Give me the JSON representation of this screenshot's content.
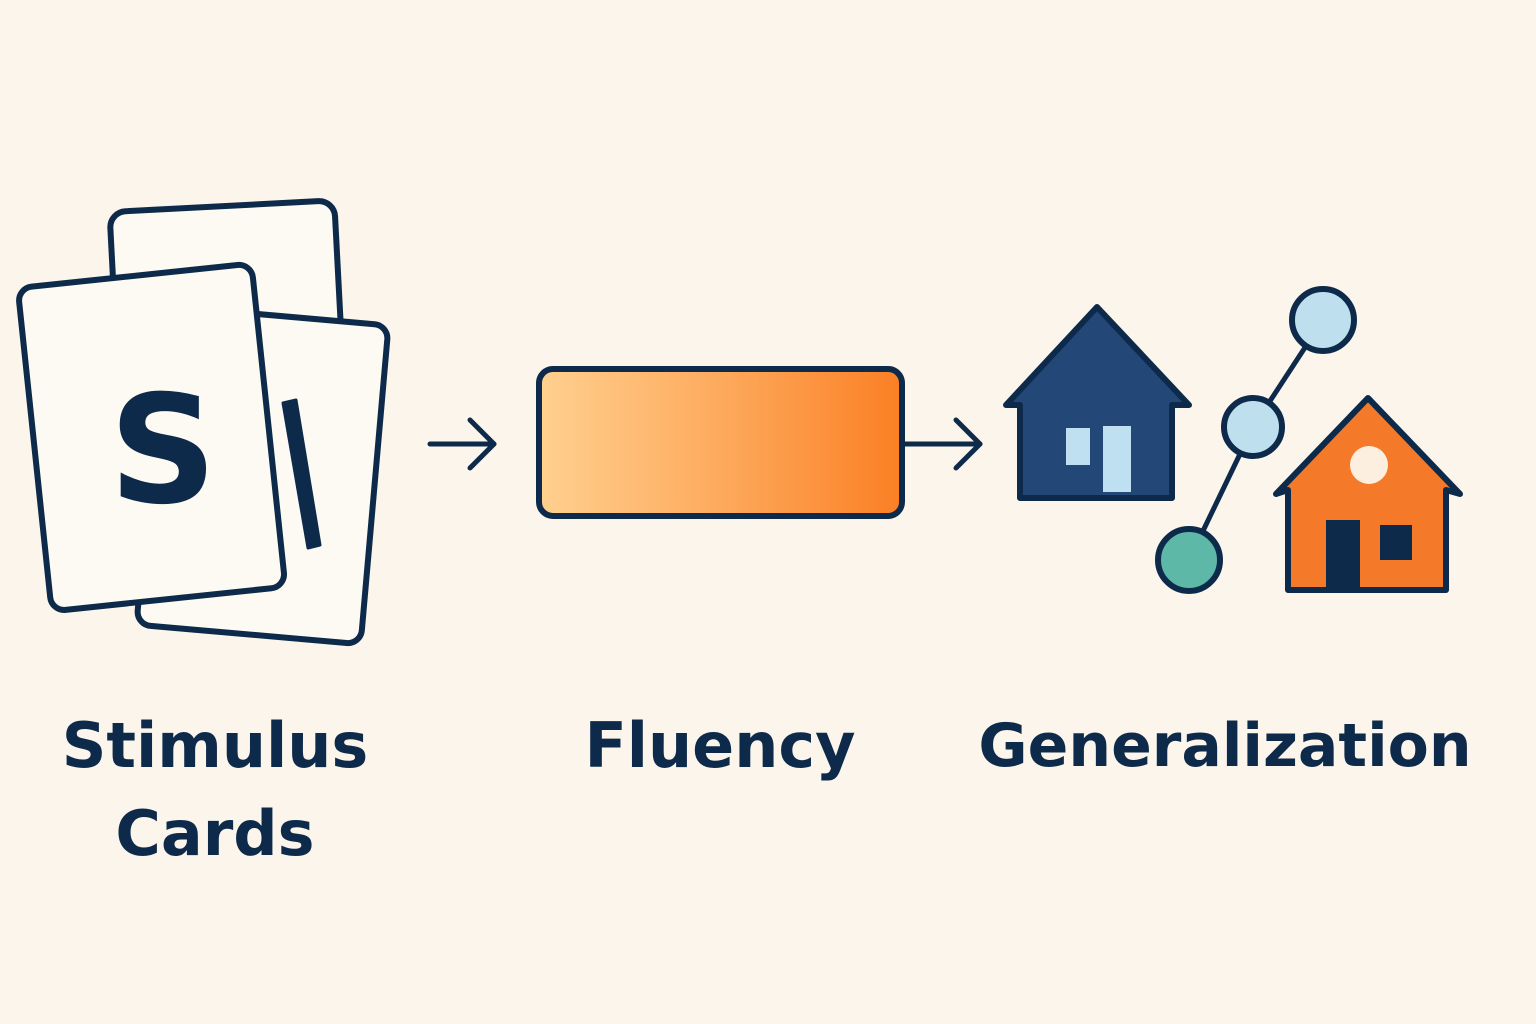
{
  "steps": [
    {
      "line1": "Stimulus",
      "line2": "Cards"
    },
    {
      "line1": "Fluency"
    },
    {
      "line1": "Generalization"
    }
  ],
  "card_letter": "S",
  "colors": {
    "background": "#FBF5EC",
    "ink": "#0E2A4A",
    "card_fill": "#FCFAF3",
    "bar_start": "#FFD08F",
    "bar_end": "#FB7F24",
    "house_blue": "#234878",
    "house_orange": "#F47A2A",
    "window_light": "#BEE0F0",
    "node_light": "#BDDFEE",
    "node_teal": "#5DB8A8"
  },
  "icons": [
    "card-stack-icon",
    "arrow-right-icon",
    "progress-bar-icon",
    "blue-house-icon",
    "orange-house-icon",
    "connected-nodes-icon"
  ]
}
